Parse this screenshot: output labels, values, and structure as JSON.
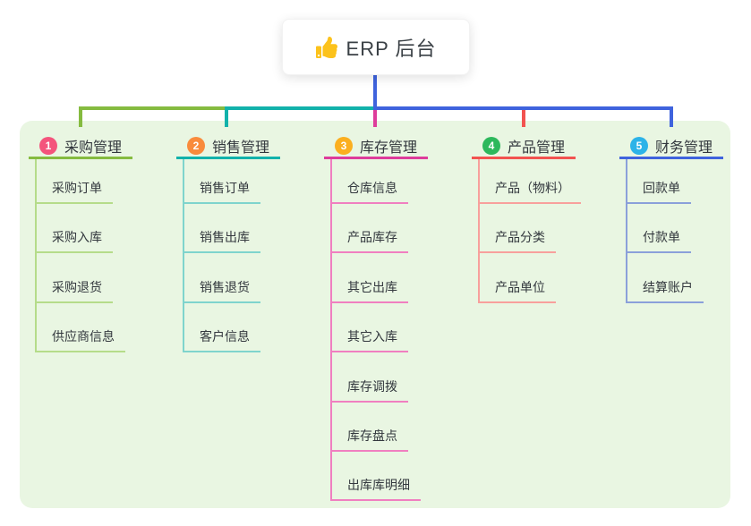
{
  "canvas": {
    "background": "#ffffff"
  },
  "panel": {
    "background": "#e9f6e2"
  },
  "root": {
    "title": "ERP 后台",
    "icon": "thumbs-up-icon",
    "icon_color": "#fcc21b",
    "trunk_color": "#3f63dd",
    "box_background": "#ffffff"
  },
  "branches": [
    {
      "index": "1",
      "title": "采购管理",
      "badge_color": "#f4547c",
      "line_color": "#85bb40",
      "child_line_color": "#b5dc8a",
      "children": [
        "采购订单",
        "采购入库",
        "采购退货",
        "供应商信息"
      ]
    },
    {
      "index": "2",
      "title": "销售管理",
      "badge_color": "#f98b3c",
      "line_color": "#12b2ab",
      "child_line_color": "#7fd4cd",
      "children": [
        "销售订单",
        "销售出库",
        "销售退货",
        "客户信息"
      ]
    },
    {
      "index": "3",
      "title": "库存管理",
      "badge_color": "#fbaf1f",
      "line_color": "#de3c9b",
      "child_line_color": "#f07fc0",
      "children": [
        "仓库信息",
        "产品库存",
        "其它出库",
        "其它入库",
        "库存调拨",
        "库存盘点",
        "出库库明细"
      ]
    },
    {
      "index": "4",
      "title": "产品管理",
      "badge_color": "#2db85c",
      "line_color": "#f25350",
      "child_line_color": "#f8a09c",
      "children": [
        "产品（物料）",
        "产品分类",
        "产品单位"
      ]
    },
    {
      "index": "5",
      "title": "财务管理",
      "badge_color": "#2cb3e8",
      "line_color": "#3f63dd",
      "child_line_color": "#8ba0da",
      "children": [
        "回款单",
        "付款单",
        "结算账户"
      ]
    }
  ]
}
